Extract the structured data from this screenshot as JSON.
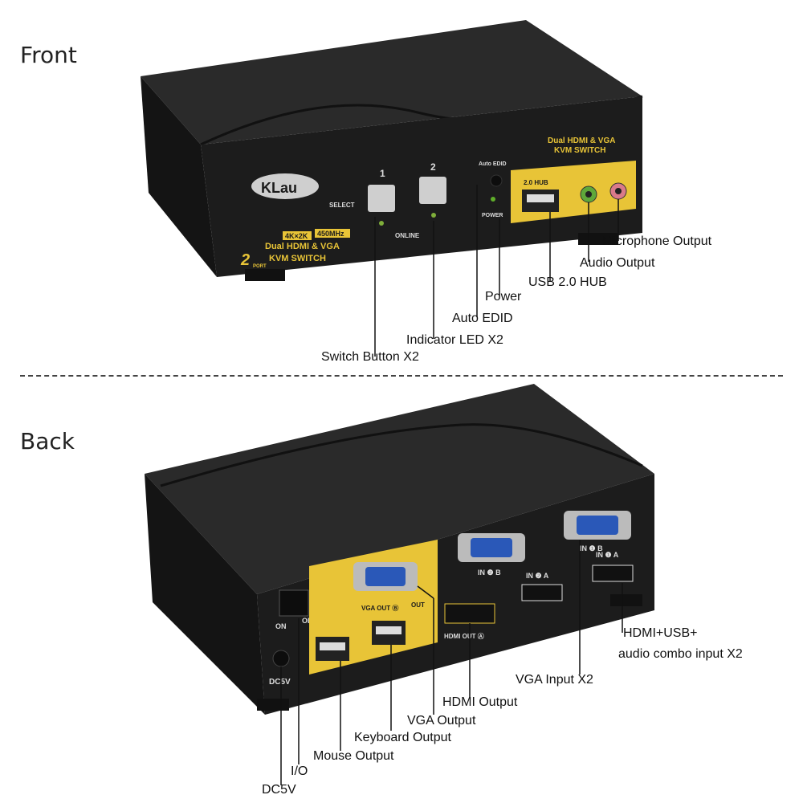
{
  "sections": {
    "front": "Front",
    "back": "Back"
  },
  "device": {
    "brand": "KLau",
    "model_line1": "Dual HDMI & VGA",
    "model_line2": "KVM SWITCH",
    "badge_4k": "4K×2K",
    "badge_freq": "450MHz",
    "port_count": "2",
    "port_word": "PORT"
  },
  "front_panel": {
    "select": "SELECT",
    "button1": "1",
    "button2": "2",
    "online": "ONLINE",
    "auto_edid": "Auto EDID",
    "power": "POWER",
    "hub": "2.0 HUB"
  },
  "back_panel": {
    "in2b": "IN ❷ B",
    "in1b": "IN ❶ B",
    "in2a": "IN ❷ A",
    "in1a": "IN ❶ A",
    "vga_out": "VGA OUT Ⓑ",
    "out": "OUT",
    "hdmi_out": "HDMI OUT Ⓐ",
    "on": "ON",
    "off": "OFF",
    "dc5v": "DC5V"
  },
  "front_labels": {
    "microphone": "Microphone Output",
    "audio": "Audio Output",
    "usb_hub": "USB 2.0 HUB",
    "power": "Power",
    "auto_edid": "Auto EDID",
    "indicator": "Indicator LED X2",
    "switch_button": "Switch Button X2"
  },
  "back_labels": {
    "hdmi_usb_1": "HDMI+USB+",
    "hdmi_usb_2": "audio combo input X2",
    "vga_input": "VGA Input X2",
    "hdmi_output": "HDMI Output",
    "vga_output": "VGA Output",
    "keyboard_output": "Keyboard Output",
    "mouse_output": "Mouse Output",
    "io": "I/O",
    "dc5v": "DC5V"
  },
  "colors": {
    "body": "#1b1b1b",
    "gold": "#e8c437",
    "vga_blue": "#2a58b8"
  }
}
